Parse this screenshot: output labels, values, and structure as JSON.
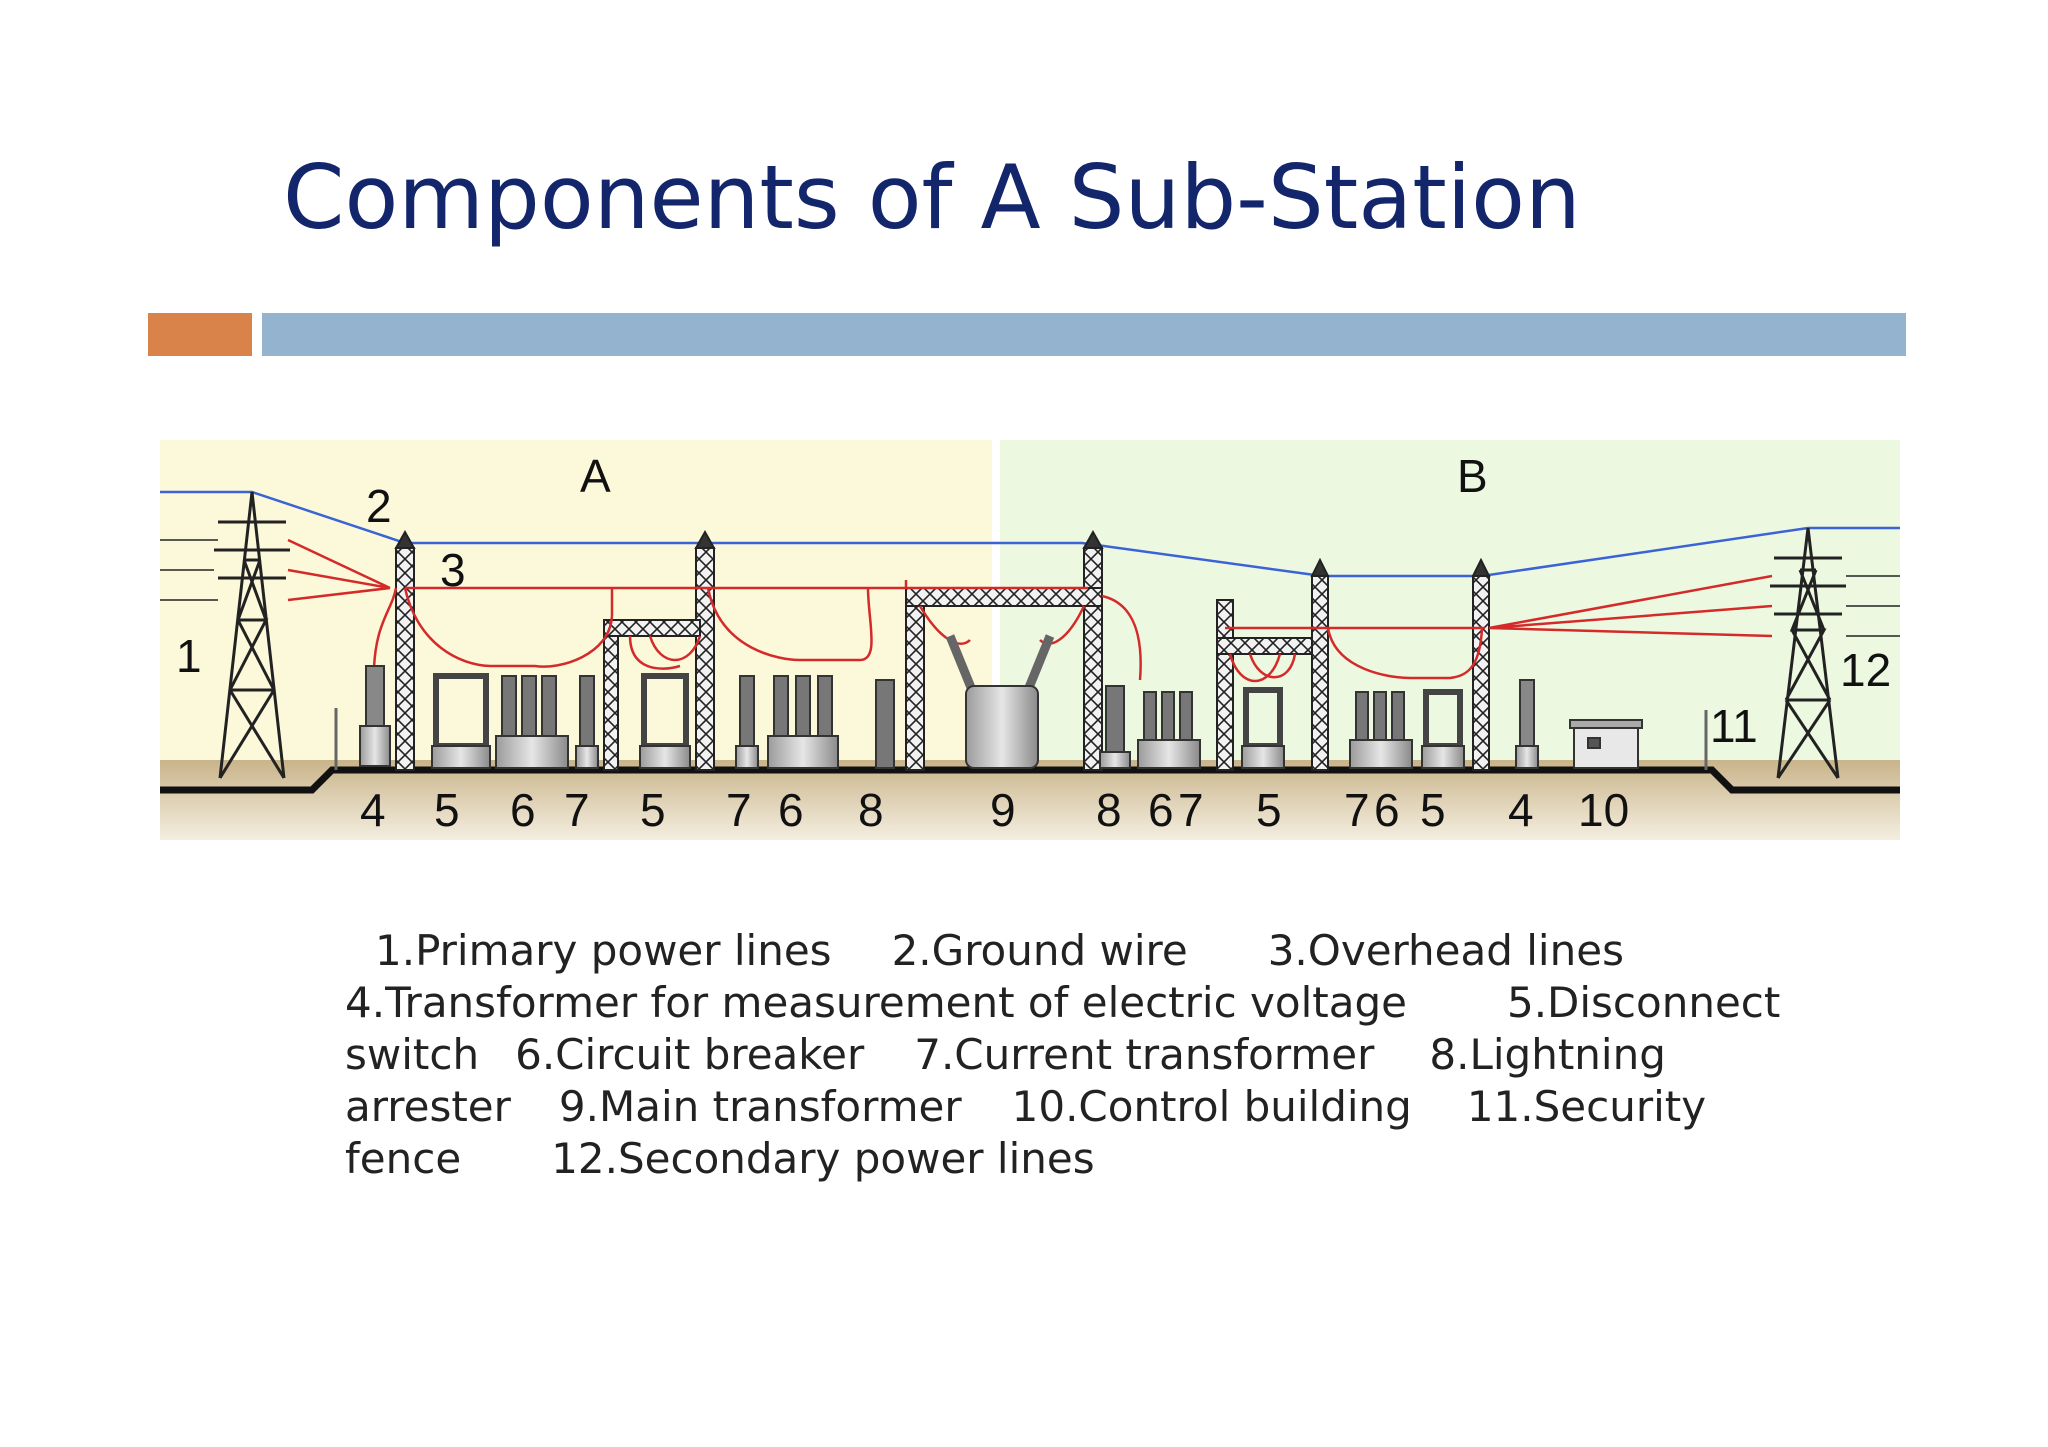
{
  "title": "Components of A Sub-Station",
  "colors": {
    "title": "#13266b",
    "accent_orange": "#d9834a",
    "accent_blue": "#94b3cf",
    "conductor": "#d42a2a",
    "ground_wire": "#3b63d6",
    "zone_a": "#fcf9da",
    "zone_b": "#ecf8e0"
  },
  "diagram": {
    "section_a": "A",
    "section_b": "B",
    "callouts": {
      "c1": "1",
      "c2": "2",
      "c3": "3",
      "c11": "11",
      "c12": "12"
    },
    "bottom_labels": [
      "4",
      "5",
      "6",
      "7",
      "5",
      "7",
      "6",
      "8",
      "9",
      "8",
      "6",
      "7",
      "5",
      "7",
      "6",
      "5",
      "4",
      "10"
    ]
  },
  "legend": {
    "l1": "1.Primary power lines",
    "l2": "2.Ground wire",
    "l3": "3.Overhead lines",
    "l4": "4.Transformer for measurement of electric voltage",
    "l5a": "5.Disconnect",
    "l5b": "switch",
    "l6": "6.Circuit breaker",
    "l7": "7.Current   transformer",
    "l8a": "8.Lightning",
    "l8b": "arrester",
    "l9": "9.Main transformer",
    "l10": "10.Control building",
    "l11a": "11.Security",
    "l11b": "fence",
    "l12": "12.Secondary power lines"
  }
}
